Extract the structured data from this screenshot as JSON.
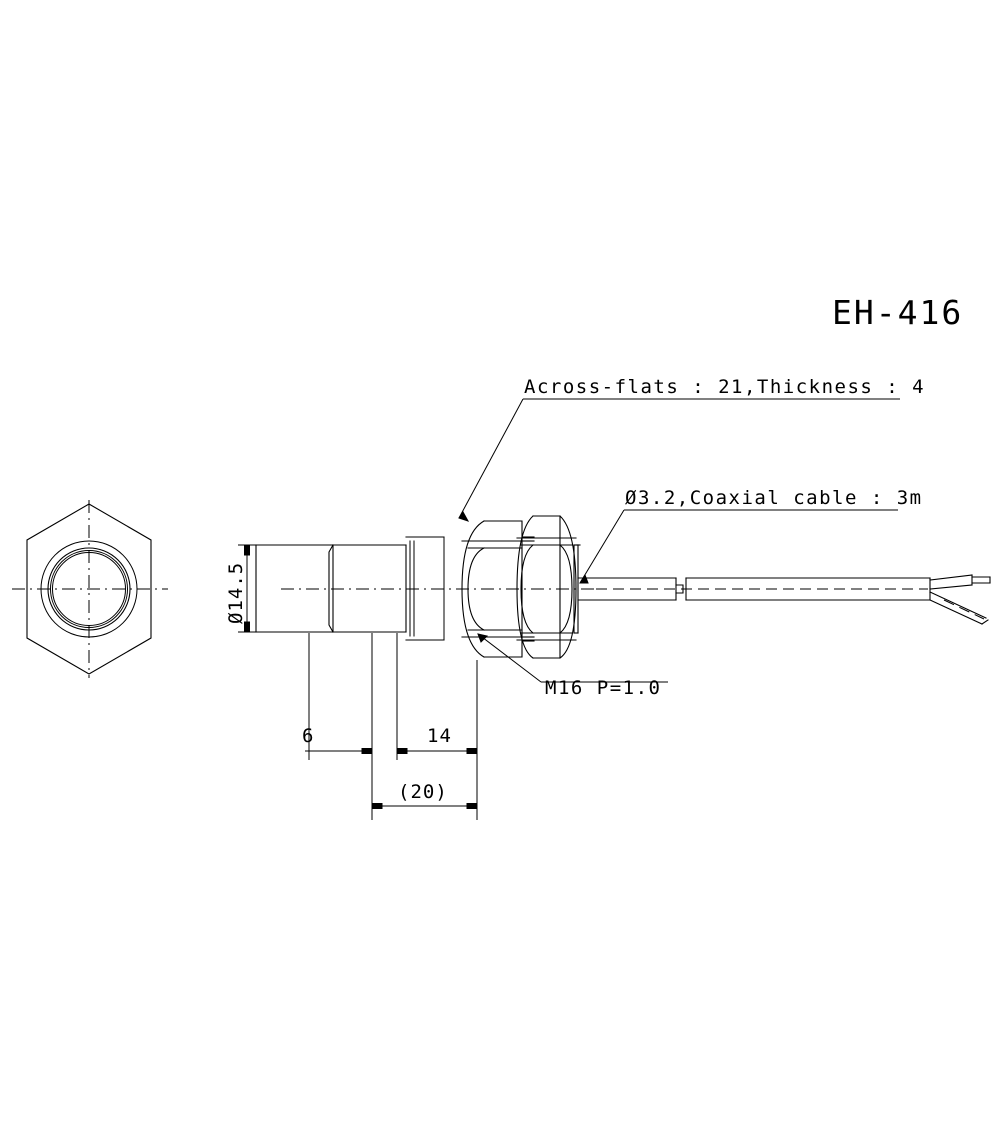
{
  "drawing": {
    "title": "EH-416",
    "type": "mechanical-part-drawing",
    "background": "#ffffff",
    "line_color": "#000000"
  },
  "annotations": {
    "hex_nut_note": "Across-flats : 21,Thickness : 4",
    "cable_note": "Ø3.2,Coaxial cable : 3m",
    "thread_note": "M16 P=1.0"
  },
  "dimensions": {
    "diameter_vertical": "Ø14.5",
    "length_6": "6",
    "length_14": "14",
    "overall_20": "(20)"
  },
  "views": {
    "front_view_name": "front-view-hex-nut",
    "side_view_name": "side-view-assembly"
  }
}
